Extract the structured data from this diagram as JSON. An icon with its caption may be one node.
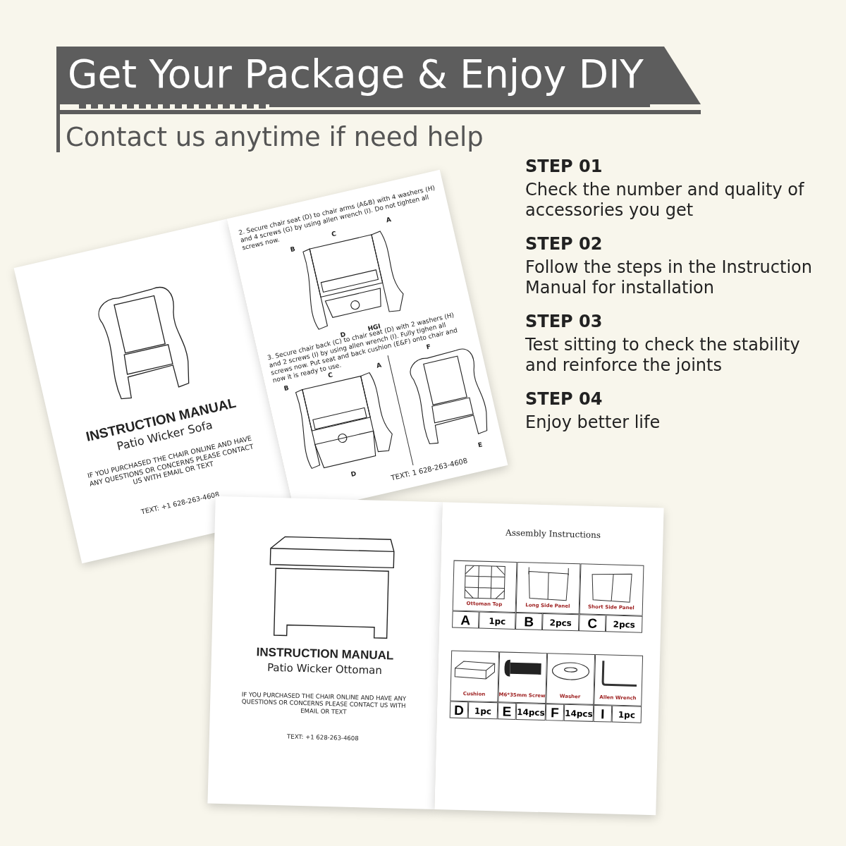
{
  "diagram": {
    "title": "Get Your Package & Enjoy DIY",
    "labels": [
      "Contact us anytime if need help",
      "STEP 01",
      "Check the number and quality of accessories you get",
      "STEP 02",
      "Follow the steps in the Instruction Manual for installation",
      "STEP 03",
      "Test sitting to check the stability and reinforce the joints",
      "STEP 04",
      "Enjoy better life",
      "INSTRUCTION MANUAL",
      "Patio Wicker Sofa",
      "IF YOU PURCHASED THE CHAIR ONLINE AND HAVE ANY QUESTIONS OR CONCERNS PLEASE CONTACT US WITH EMAIL OR TEXT",
      "TEXT: +1 628-263-4608",
      "2. Secure chair seat (D) to chair arms (A&B) with 4 washers (H) and 4 screws (G) by using allen wrench (I). Do not tighten all screws now.",
      "B",
      "C",
      "A",
      "HGI",
      "D",
      "3. Secure chair back (C) to chair seat (D) with 2 washers (H) and 2 screws (I) by using allen wrench (I). Fully tighen all screws now. Put seat and back cushion (E&F) onto chair and now it is ready to use.",
      "B",
      "C",
      "A",
      "D",
      "F",
      "E",
      "TEXT: 1 628-263-4608",
      "INSTRUCTION MANUAL",
      "Patio Wicker Ottoman",
      "IF YOU PURCHASED THE CHAIR ONLINE AND HAVE ANY QUESTIONS OR CONCERNS PLEASE CONTACT US WITH EMAIL OR TEXT",
      "TEXT: +1 628-263-4608",
      "Assembly Instructions",
      "Ottoman Top",
      "A",
      "1pc",
      "Long Side Panel",
      "B",
      "2pcs",
      "Short Side Panel",
      "C",
      "2pcs",
      "Cushion",
      "D",
      "1pc",
      "M6*35mm Screw",
      "E",
      "14pcs",
      "Washer",
      "F",
      "14pcs",
      "Allen Wrench",
      "I",
      "1pc"
    ]
  }
}
